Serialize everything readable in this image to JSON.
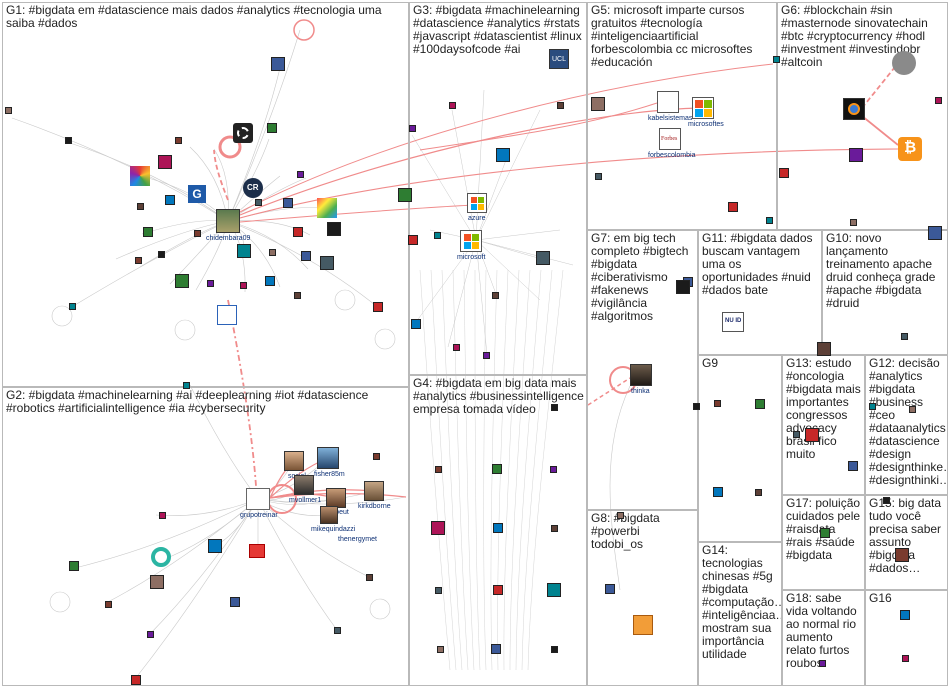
{
  "groups": [
    {
      "id": "G1",
      "label": "G1: #bigdata em #datascience mais dados #analytics #tecnologia uma saiba #dados"
    },
    {
      "id": "G2",
      "label": "G2: #bigdata #machinelearning #ai #deeplearning #iot #datascience #robotics #artificialintelligence #ia #cybersecurity"
    },
    {
      "id": "G3",
      "label": "G3: #bigdata #machinelearning #datascience #analytics #rstats #javascript #datascientist #linux #100daysofcode #ai"
    },
    {
      "id": "G4",
      "label": "G4: #bigdata em big data mais #analytics #businessintelligence empresa tomada vídeo"
    },
    {
      "id": "G5",
      "label": "G5: microsoft imparte cursos gratuitos #tecnología #inteligenciaartificial forbescolombia cc microsoftes #educación"
    },
    {
      "id": "G6",
      "label": "G6: #blockchain #sin #masternode sinovatechain #btc #cryptocurrency #hodl #investment #investindobr #altcoin"
    },
    {
      "id": "G7",
      "label": "G7: em big tech completo #bigtech #bigdata #ciberativismo #fakenews #vigilância #algoritmos"
    },
    {
      "id": "G8",
      "label": "G8: #bigdata #powerbi todobi_os"
    },
    {
      "id": "G9",
      "label": "G9"
    },
    {
      "id": "G10",
      "label": "G10: novo lançamento treinamento apache druid conheça grade #apache #bigdata #druid"
    },
    {
      "id": "G11",
      "label": "G11: #bigdata dados buscam vantagem uma os oportunidades #nuid #dados bate"
    },
    {
      "id": "G12",
      "label": "G12: decisão #analytics #bigdata #business #ceo #dataanalytics #datascience #design #designthinke… #designthinki…"
    },
    {
      "id": "G13",
      "label": "G13: estudo #oncologia #bigdata mais importantes congressos advocacy brasil fico muito"
    },
    {
      "id": "G14",
      "label": "G14: tecnologias chinesas #5g #bigdata #computação… #inteligênciaa… mostram sua importância utilidade"
    },
    {
      "id": "G15",
      "label": "G15: big data tudo você precisa saber assunto #bigdata #dados…"
    },
    {
      "id": "G16",
      "label": "G16"
    },
    {
      "id": "G17",
      "label": "G17: poluição cuidados pele #raisdata #rais #saúde #bigdata"
    },
    {
      "id": "G18",
      "label": "G18: sabe vida voltando ao normal rio aumento relato furtos roubos"
    }
  ],
  "node_labels": {
    "chidembara09": "chidembara09",
    "grupotreinar": "grupotreinar",
    "social": "social",
    "fisher85m": "fisher85m",
    "mvollmer1": "mvollmer1",
    "thejupeut": "thejupeut",
    "kirkdborne": "kirkdborne",
    "mikequindazzi": "mikequindazzi",
    "thenegyimet": "thenergymet",
    "azure": "azure",
    "microsoft": "microsoft",
    "kabelsistemas": "kabelsistemas",
    "microsoftes": "microsoftes",
    "forbescolombia": "forbescolombia",
    "thinka": "thinka",
    "ucl": "UCL",
    "nuid": "NU ID",
    "cr": "CR",
    "forbes": "Forbes",
    "microsoft_label": "Microsoft"
  },
  "colors": {
    "edge": "#c9c9c9",
    "strong_edge": "#f08b8b",
    "panel_border": "#b9b9b9",
    "label_text": "#222222",
    "node_label_text": "#0c2f74",
    "bitcoin": "#f7931a",
    "microsoft_red": "#f25022",
    "microsoft_green": "#7fba00",
    "microsoft_blue": "#00a4ef",
    "microsoft_yellow": "#ffb900"
  }
}
